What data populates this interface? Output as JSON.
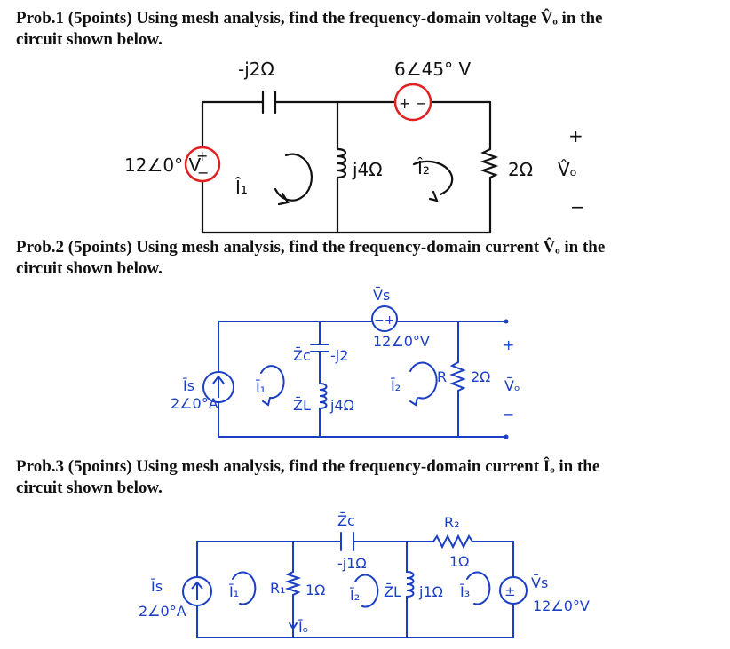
{
  "colors": {
    "ink": "#111111",
    "blue": "#1b3fc4",
    "red": "#e02020"
  },
  "problems": [
    {
      "line1": "Prob.1 (5points) Using mesh analysis, find the frequency-domain voltage V̂ₒ in the",
      "line2": "circuit shown below.",
      "labels": {
        "cap": "-j2Ω",
        "vs2": "6∠45° V",
        "vs1": "12∠0° V",
        "ind": "j4Ω",
        "res": "2Ω",
        "mesh1": "Î₁",
        "mesh2": "Î₂",
        "vo": "V̂ₒ",
        "plus": "+",
        "minus": "−"
      }
    },
    {
      "line1": "Prob.2 (5points) Using mesh analysis, find the frequency-domain current V̂ₒ in the",
      "line2": "circuit shown below.",
      "labels": {
        "vs_name": "V̄s",
        "vs_val": "12∠0°V",
        "zc": "Z̄c",
        "cap": "-j2",
        "is_name": "Īs",
        "is_val": "2∠0°A",
        "i1": "Ī₁",
        "zl": "Z̄L",
        "ind": "j4Ω",
        "i2": "Ī₂",
        "r": "R",
        "res": "2Ω",
        "vo": "V̄ₒ",
        "plus": "+",
        "minus": "−"
      }
    },
    {
      "line1": "Prob.3 (5points) Using mesh analysis, find the frequency-domain current Îₒ in the",
      "line2": "circuit shown below.",
      "labels": {
        "zc": "Z̄c",
        "cap": "-j1Ω",
        "r2": "R₂",
        "r2val": "1Ω",
        "is_name": "Īs",
        "is_val": "2∠0°A",
        "i1": "Ī₁",
        "r1": "R₁",
        "r1val": "1Ω",
        "io": "Īₒ",
        "i2": "Ī₂",
        "zl": "Z̄L",
        "ind": "j1Ω",
        "i3": "Ī₃",
        "vs_name": "V̄s",
        "vs_val": "12∠0°V"
      }
    }
  ]
}
